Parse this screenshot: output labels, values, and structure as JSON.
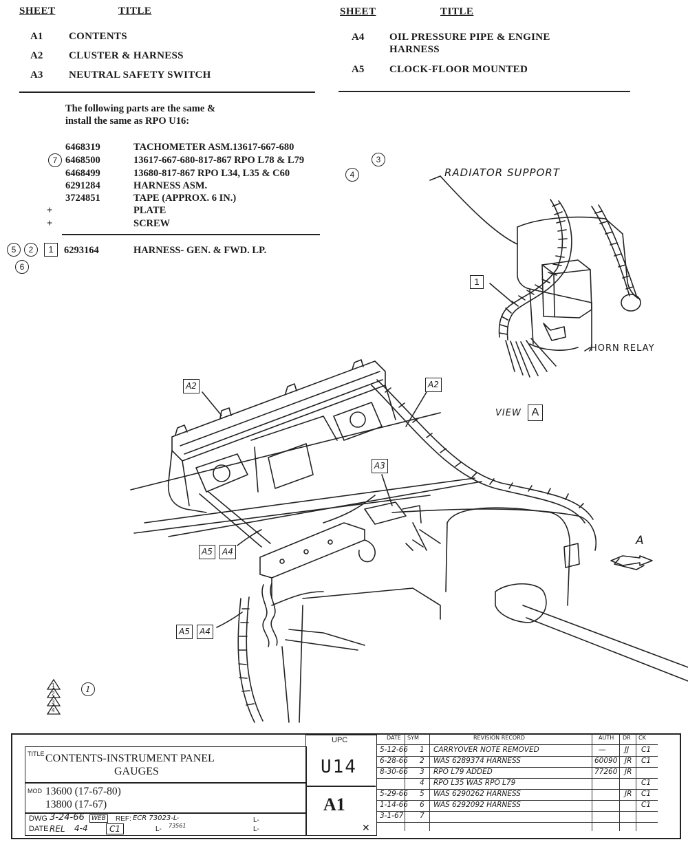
{
  "contents": {
    "sheet_header": "SHEET",
    "title_header": "TITLE",
    "left": [
      {
        "sheet": "A1",
        "title": "CONTENTS"
      },
      {
        "sheet": "A2",
        "title": "CLUSTER & HARNESS"
      },
      {
        "sheet": "A3",
        "title": "NEUTRAL SAFETY SWITCH"
      }
    ],
    "right": [
      {
        "sheet": "A4",
        "title": "OIL PRESSURE PIPE & ENGINE",
        "title2": "HARNESS"
      },
      {
        "sheet": "A5",
        "title": "CLOCK-FLOOR MOUNTED"
      }
    ]
  },
  "note": {
    "line1": "The following parts are the same &",
    "line2": "install the same as RPO U16:"
  },
  "parts": [
    {
      "number": "6468319",
      "description": "TACHOMETER ASM.13617-667-680"
    },
    {
      "number": "6468500",
      "description": "13617-667-680-817-867 RPO L78 & L79",
      "left_marker": "7",
      "right_marker": "3"
    },
    {
      "number": "6468499",
      "description": "13680-817-867 RPO L34, L35 & C60",
      "right_marker": "4"
    },
    {
      "number": "6291284",
      "description": "HARNESS ASM."
    },
    {
      "number": "3724851",
      "description": "TAPE (APPROX. 6 IN.)"
    },
    {
      "number": "+",
      "description": "PLATE"
    },
    {
      "number": "+",
      "description": "SCREW"
    }
  ],
  "harness_part": {
    "markers": [
      "5",
      "2",
      "1",
      "6"
    ],
    "number": "6293164",
    "description": "HARNESS- GEN. & FWD. LP."
  },
  "illustration": {
    "radiator_support": "RADIATOR SUPPORT",
    "horn_relay": "HORN RELAY",
    "view_label": "VIEW",
    "view_letter": "A",
    "arrow_letter": "A",
    "callout_1": "1",
    "tags": {
      "a2": "A2",
      "a3": "A3",
      "a4": "A4",
      "a5": "A5"
    }
  },
  "legend": {
    "triangles": [
      "1",
      "2",
      "3",
      "4"
    ],
    "circle": "1"
  },
  "title_block": {
    "title_side_label": "TITLE",
    "title_line1": "CONTENTS-INSTRUMENT PANEL",
    "title_line2": "GAUGES",
    "model_side_label": "MOD",
    "model1": "13600 (17-67-80)",
    "model2": "13800 (17-67)",
    "dwg_label": "DWG",
    "dwg_date": "3-24-66",
    "dwg_by": "WEB",
    "ref_label": "REF:",
    "ref_value": "ECR 73023-L-",
    "ref_value2": "73561",
    "ref_l1": "L-",
    "ref_l2": "L-",
    "ref_l3": "L-",
    "date_label": "DATE",
    "rel_label": "REL",
    "rel_date": "4-4",
    "rel_c": "C1",
    "upc_header": "UPC",
    "upc_code": "U14",
    "sheet_code": "A1",
    "rev_headers": {
      "date": "DATE",
      "sym": "SYM",
      "record": "REVISION RECORD",
      "auth": "AUTH",
      "dr": "DR",
      "ck": "CK"
    },
    "revisions": [
      {
        "date": "5-12-66",
        "sym": "1",
        "record": "CARRYOVER NOTE REMOVED",
        "auth": "—",
        "dr": "JJ",
        "ck": "C1"
      },
      {
        "date": "6-28-66",
        "sym": "2",
        "record": "WAS 6289374 HARNESS",
        "auth": "60090",
        "dr": "JR",
        "ck": "C1"
      },
      {
        "date": "8-30-66",
        "sym": "3",
        "record": "RPO L79 ADDED",
        "auth": "77260",
        "dr": "JR",
        "ck": ""
      },
      {
        "date": "",
        "sym": "4",
        "record": "RPO L35 WAS RPO L79",
        "auth": "",
        "dr": "",
        "ck": "C1"
      },
      {
        "date": "5-29-66",
        "sym": "5",
        "record": "WAS 6290262 HARNESS",
        "auth": "",
        "dr": "JR",
        "ck": "C1"
      },
      {
        "date": "1-14-66",
        "sym": "6",
        "record": "WAS 6292092 HARNESS",
        "auth": "",
        "dr": "",
        "ck": "C1"
      },
      {
        "date": "3-1-67",
        "sym": "7",
        "record": "",
        "auth": "",
        "dr": "",
        "ck": ""
      }
    ]
  }
}
